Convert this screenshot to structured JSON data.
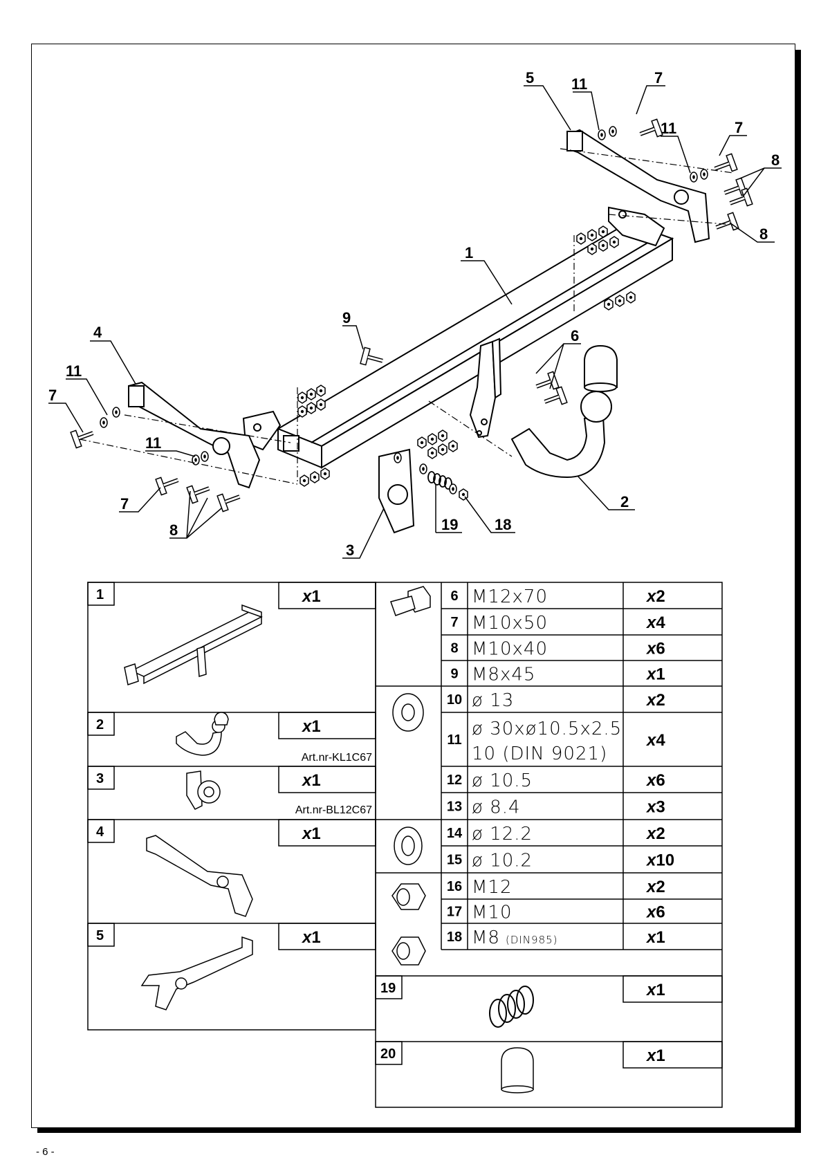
{
  "page_number": "- 6 -",
  "callouts": [
    "1",
    "2",
    "3",
    "4",
    "5",
    "6",
    "7",
    "8",
    "9",
    "11",
    "18",
    "19"
  ],
  "single_parts": [
    {
      "no": "1",
      "qty": "1",
      "art": ""
    },
    {
      "no": "2",
      "qty": "1",
      "art": "Art.nr-KL1C67"
    },
    {
      "no": "3",
      "qty": "1",
      "art": "Art.nr-BL12C67"
    },
    {
      "no": "4",
      "qty": "1",
      "art": ""
    },
    {
      "no": "5",
      "qty": "1",
      "art": ""
    }
  ],
  "hardware": [
    {
      "no": "6",
      "spec": "M12x70",
      "qty": "2"
    },
    {
      "no": "7",
      "spec": "M10x50",
      "qty": "4"
    },
    {
      "no": "8",
      "spec": "M10x40",
      "qty": "6"
    },
    {
      "no": "9",
      "spec": "M8x45",
      "qty": "1"
    },
    {
      "no": "10",
      "spec": "ø 13",
      "qty": "2"
    },
    {
      "no": "11",
      "spec": "ø 30xø10.5x2.5",
      "spec2": "10   (DIN 9021)",
      "qty": "4"
    },
    {
      "no": "12",
      "spec": "ø 10.5",
      "qty": "6"
    },
    {
      "no": "13",
      "spec": "ø 8.4",
      "qty": "3"
    },
    {
      "no": "14",
      "spec": "ø 12.2",
      "qty": "2"
    },
    {
      "no": "15",
      "spec": "ø 10.2",
      "qty": "10"
    },
    {
      "no": "16",
      "spec": "M12",
      "qty": "2"
    },
    {
      "no": "17",
      "spec": "M10",
      "qty": "6"
    },
    {
      "no": "18",
      "spec": "M8",
      "spec_small": "(DIN985)",
      "qty": "1"
    }
  ],
  "extra_parts": [
    {
      "no": "19",
      "qty": "1"
    },
    {
      "no": "20",
      "qty": "1"
    }
  ],
  "qty_prefix": "x"
}
